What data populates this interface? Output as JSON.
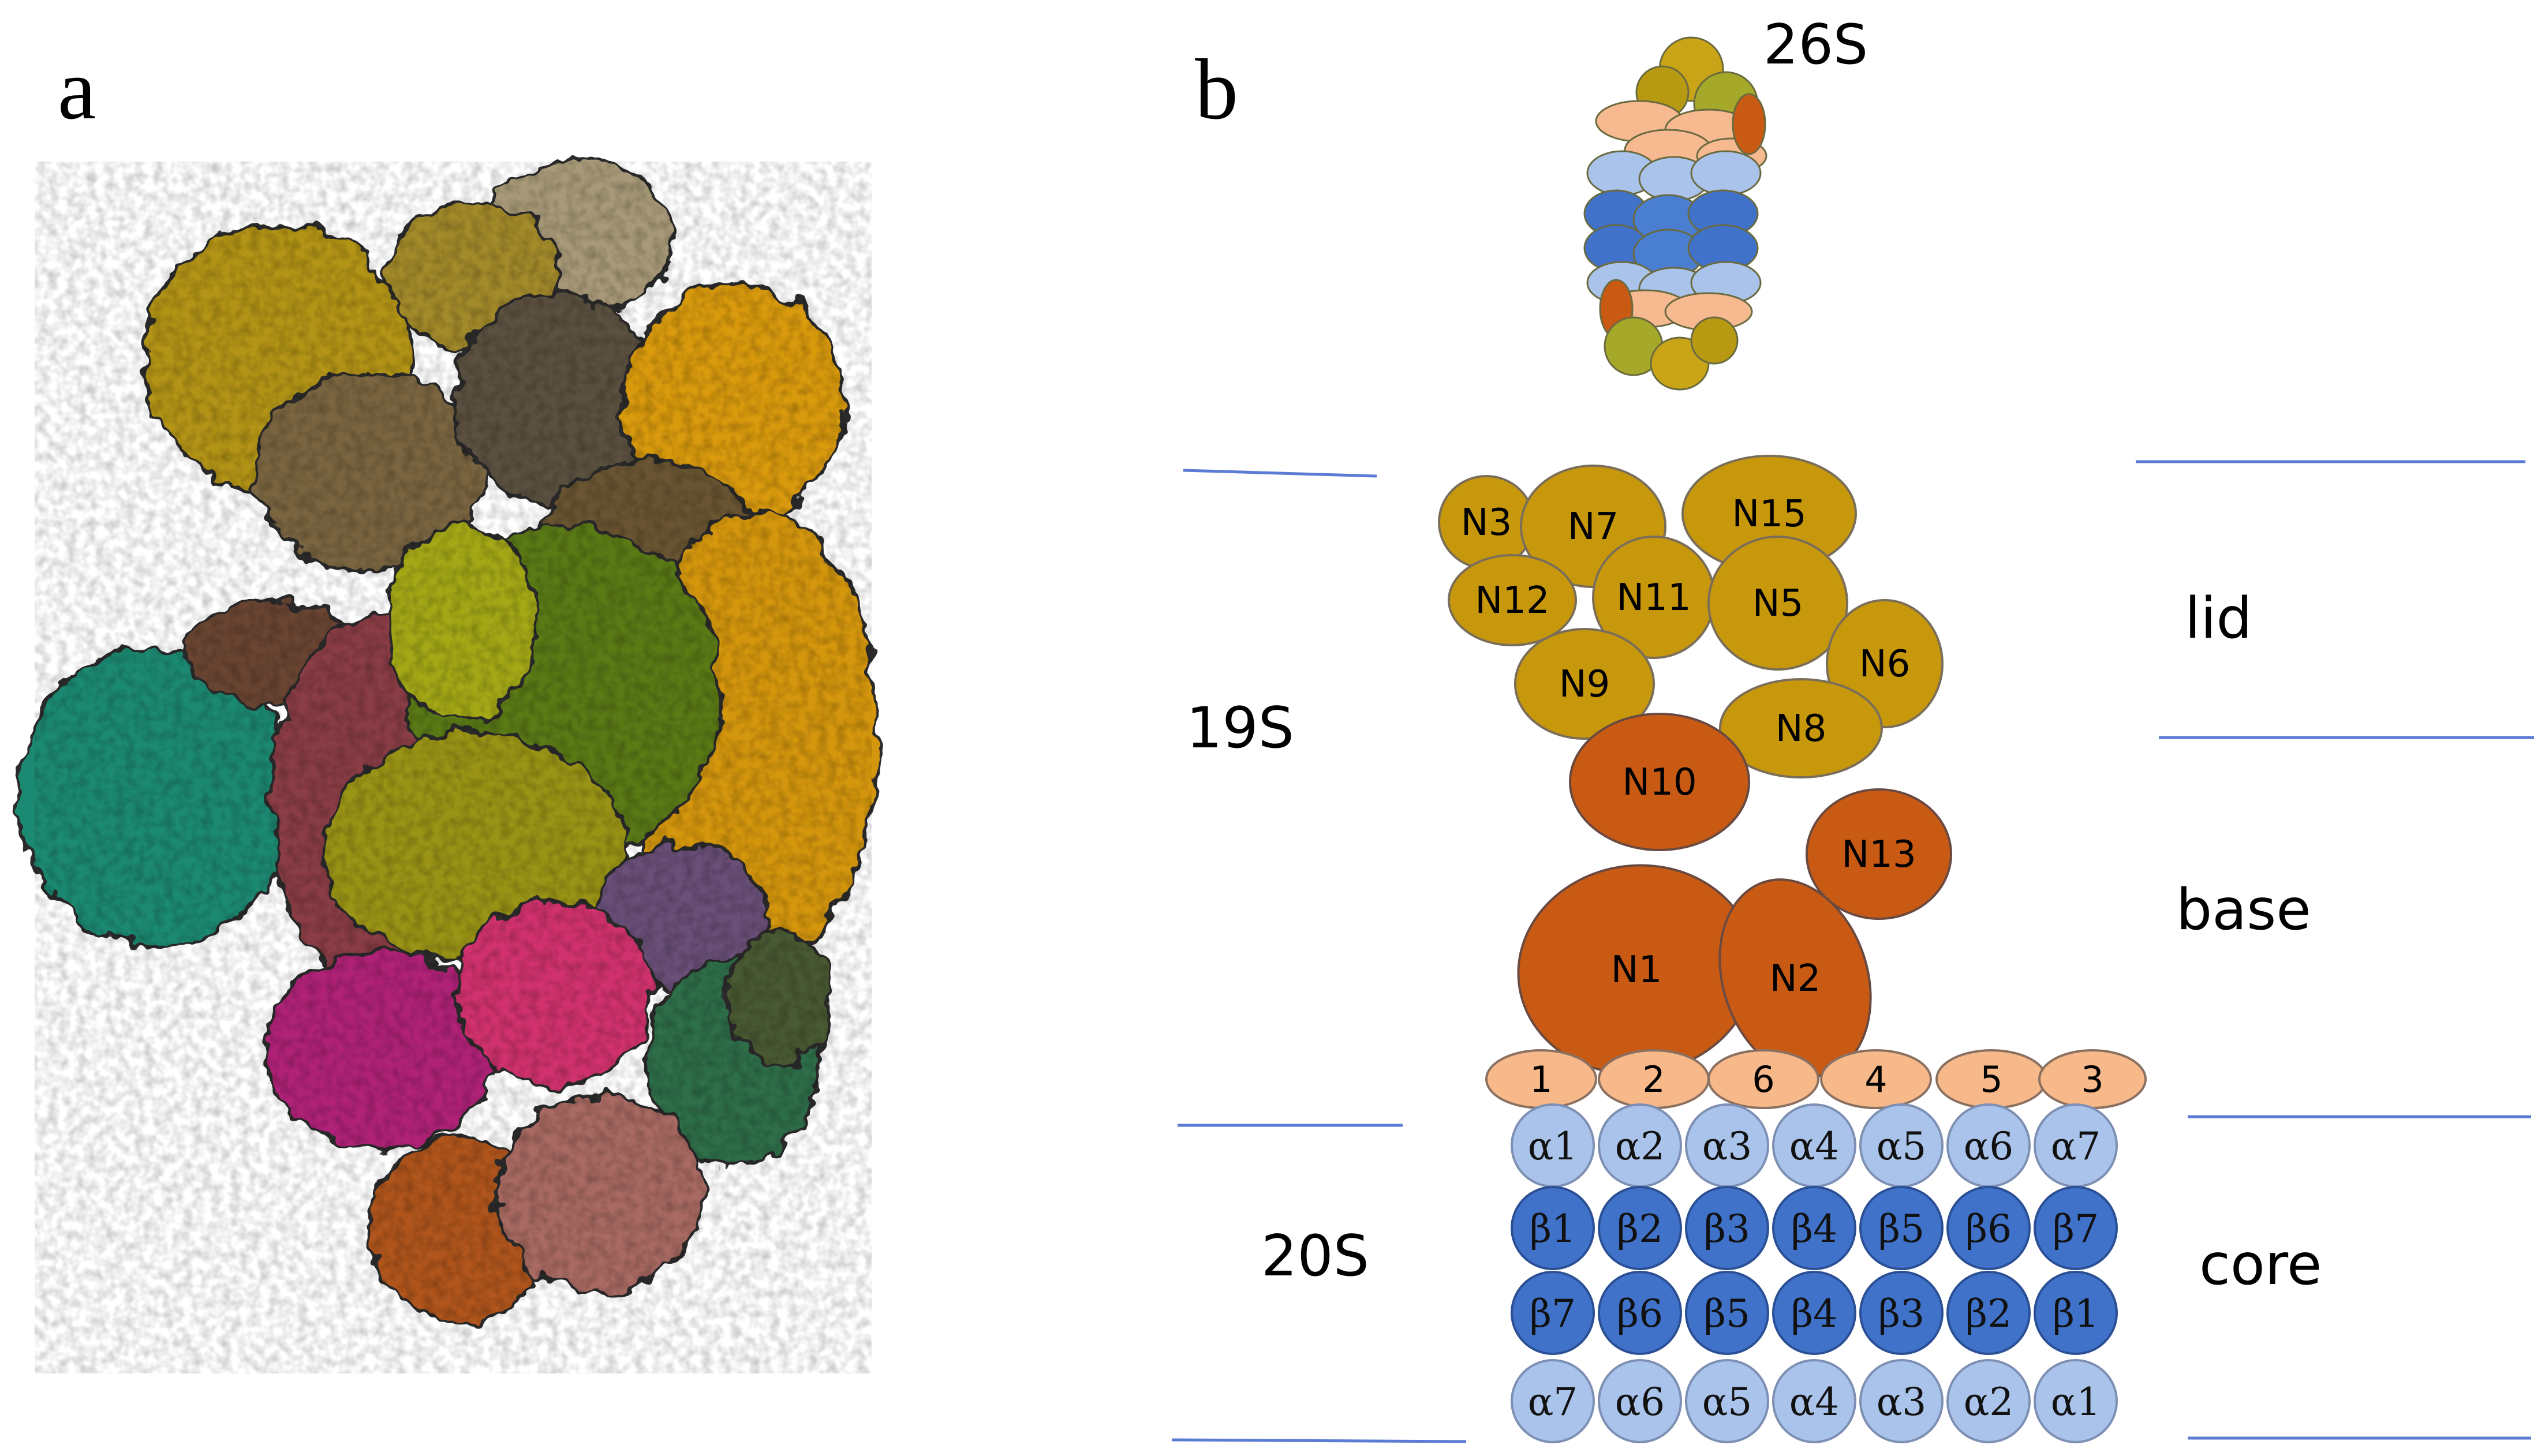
{
  "panel_a": {
    "label": "a"
  },
  "panel_b": {
    "label": "b",
    "top_label": "26S",
    "left_labels": {
      "s19": "19S",
      "s20": "20S"
    },
    "right_labels": {
      "lid": "lid",
      "base": "base",
      "core": "core"
    },
    "lid_subunits": [
      "N3",
      "N7",
      "N15",
      "N12",
      "N11",
      "N5",
      "N6",
      "N9",
      "N8"
    ],
    "base_subunits": [
      "N10",
      "N13",
      "N1",
      "N2"
    ],
    "atpase_ring": [
      "1",
      "2",
      "6",
      "4",
      "5",
      "3"
    ],
    "core_rows": [
      [
        "α1",
        "α2",
        "α3",
        "α4",
        "α5",
        "α6",
        "α7"
      ],
      [
        "β1",
        "β2",
        "β3",
        "β4",
        "β5",
        "β6",
        "β7"
      ],
      [
        "β7",
        "β6",
        "β5",
        "β4",
        "β3",
        "β2",
        "β1"
      ],
      [
        "α7",
        "α6",
        "α5",
        "α4",
        "α3",
        "α2",
        "α1"
      ]
    ]
  },
  "colors": {
    "lid": "#c8980c",
    "base": "#c95a14",
    "atpase": "#f7b88a",
    "alpha": "#aac3ea",
    "beta": "#3f72c8",
    "divider": "#5b7bd5"
  }
}
